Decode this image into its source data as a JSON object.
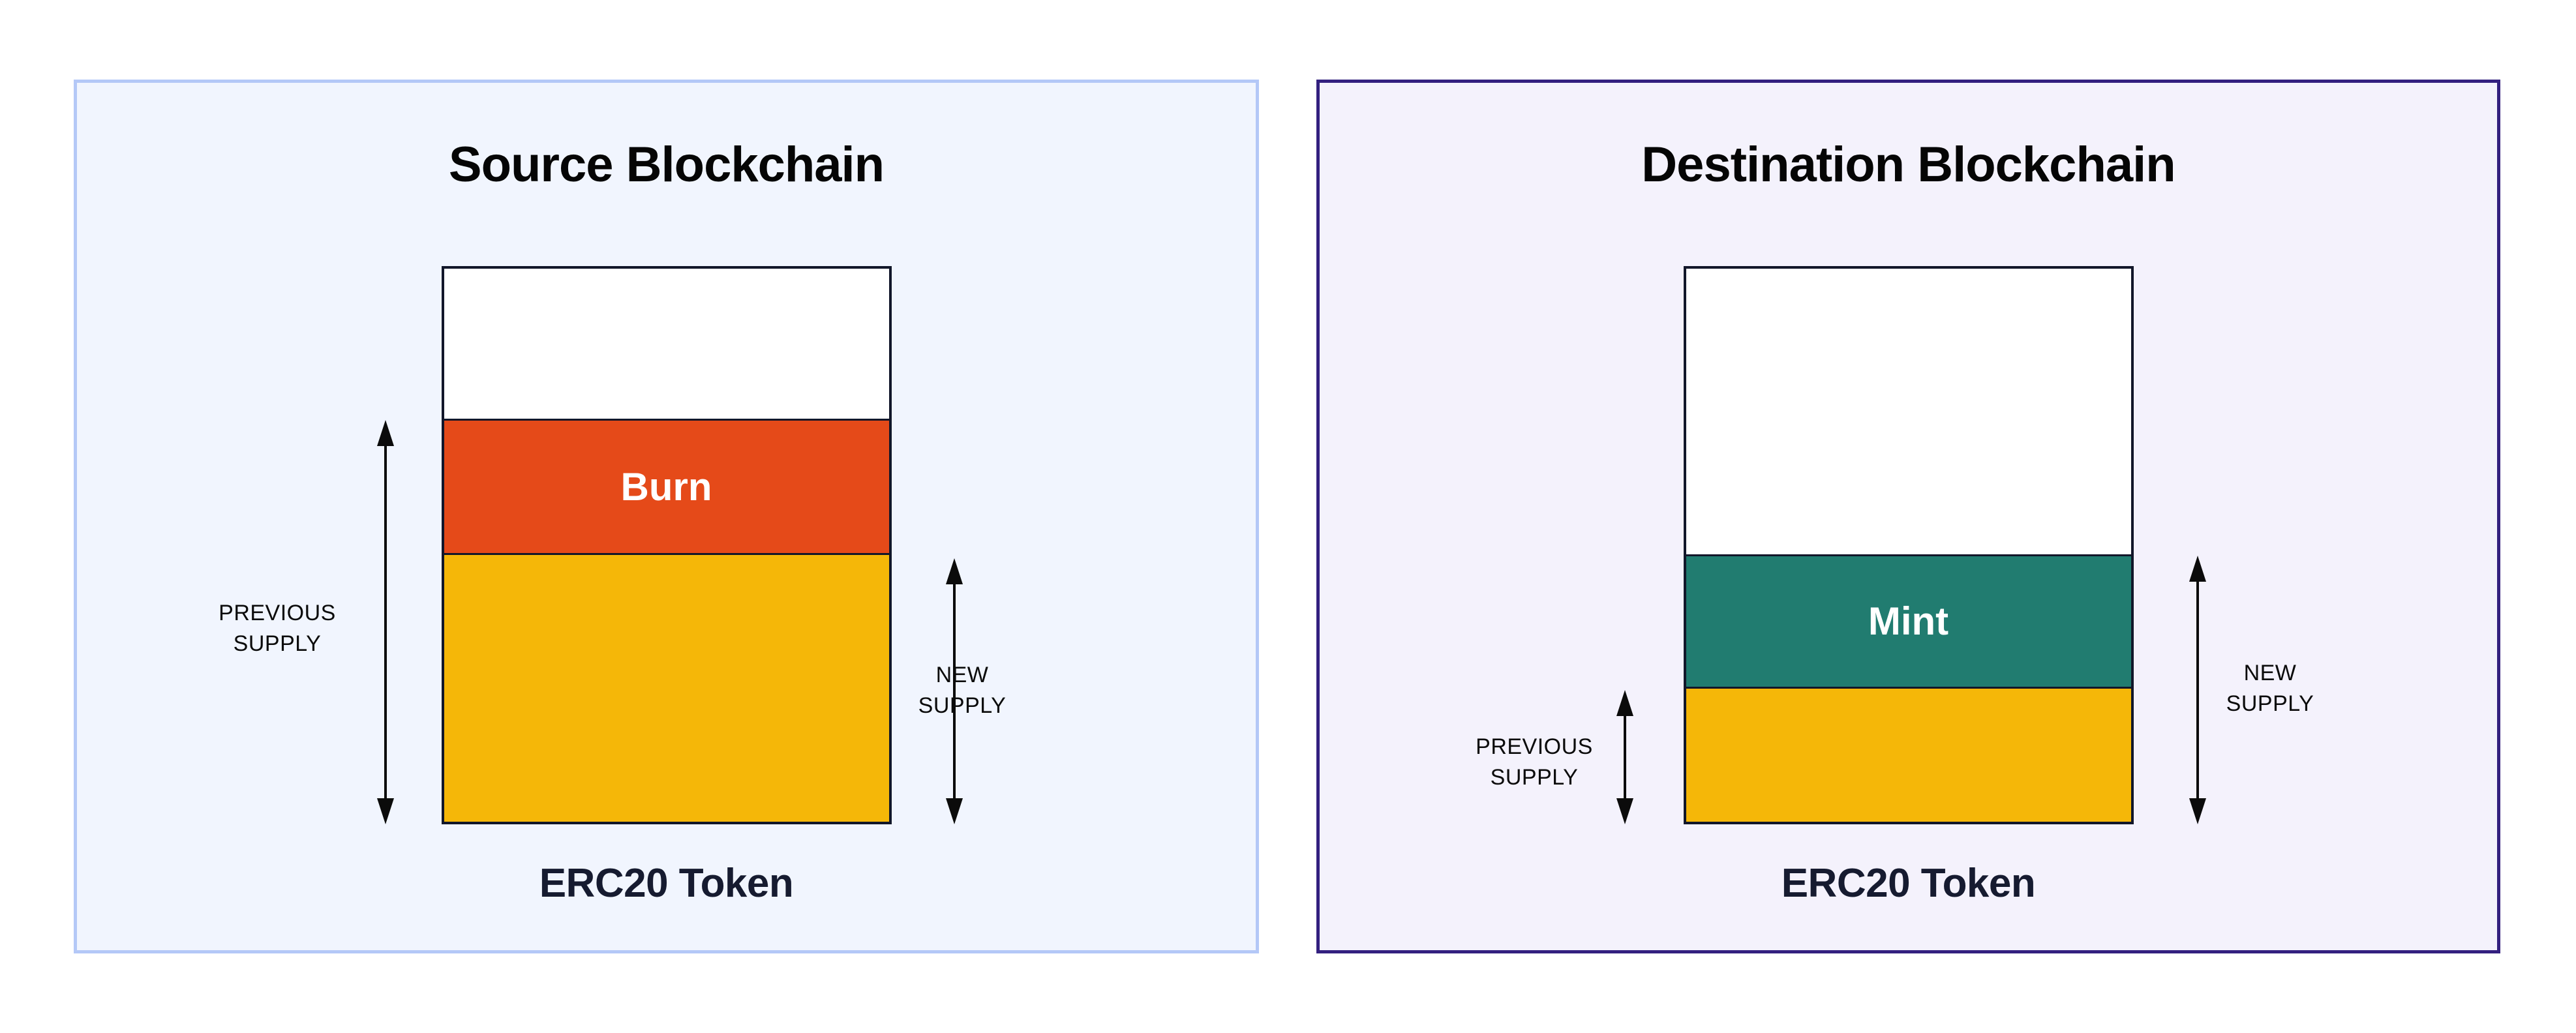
{
  "page": {
    "background": "#ffffff"
  },
  "panels": [
    {
      "title": "Source Blockchain",
      "token_label": "ERC20 Token",
      "previous_supply_label": "PREVIOUS\nSUPPLY",
      "new_supply_label": "NEW\nSUPPLY",
      "theme": {
        "background": "#f1f5fe",
        "border": "#b4c8f7"
      },
      "bar": {
        "outline_color": "#12172a",
        "sections": [
          {
            "name": "empty-supply-section",
            "label": "",
            "color": "#ffffff",
            "height_pct": 27.5
          },
          {
            "name": "burn-section",
            "label": "Burn",
            "color": "#e54a19",
            "text_color": "#ffffff",
            "height_pct": 24.3
          },
          {
            "name": "new-supply-section",
            "label": "",
            "color": "#f5b708",
            "height_pct": 48.2
          }
        ]
      }
    },
    {
      "title": "Destination Blockchain",
      "token_label": "ERC20 Token",
      "previous_supply_label": "PREVIOUS\nSUPPLY",
      "new_supply_label": "NEW\nSUPPLY",
      "theme": {
        "background": "#f4f2fc",
        "border": "#33207f"
      },
      "bar": {
        "outline_color": "#12172a",
        "sections": [
          {
            "name": "empty-supply-section",
            "label": "",
            "color": "#ffffff",
            "height_pct": 52.0
          },
          {
            "name": "mint-section",
            "label": "Mint",
            "color": "#217c70",
            "text_color": "#ffffff",
            "height_pct": 24.0
          },
          {
            "name": "previous-supply-section",
            "label": "",
            "color": "#f5b708",
            "height_pct": 24.0
          }
        ]
      }
    }
  ]
}
